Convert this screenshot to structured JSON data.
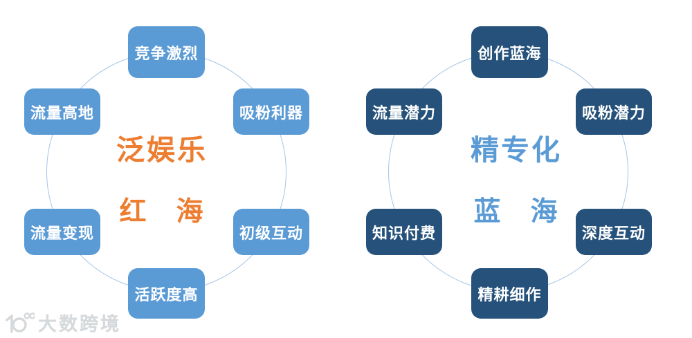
{
  "watermark": {
    "brand": "大数跨境",
    "icon": "dashu-logo-icon",
    "color": "#bcc0c4"
  },
  "diagrams": [
    {
      "id": "pan-entertainment-red-sea",
      "title_line1": "泛娱乐",
      "title_line2": "红　海",
      "title_color": "#ED7D31",
      "node_color": "#5B9BD5",
      "ring_color": "#a6c4e6",
      "nodes": [
        {
          "position": "top",
          "label": "竞争激烈"
        },
        {
          "position": "upper-left",
          "label": "流量高地"
        },
        {
          "position": "upper-right",
          "label": "吸粉利器"
        },
        {
          "position": "lower-left",
          "label": "流量变现"
        },
        {
          "position": "lower-right",
          "label": "初级互动"
        },
        {
          "position": "bottom",
          "label": "活跃度高"
        }
      ]
    },
    {
      "id": "specialized-blue-sea",
      "title_line1": "精专化",
      "title_line2": "蓝　海",
      "title_color": "#5B9BD5",
      "node_color": "#25517A",
      "ring_color": "#a6c4e6",
      "nodes": [
        {
          "position": "top",
          "label": "创作蓝海"
        },
        {
          "position": "upper-left",
          "label": "流量潜力"
        },
        {
          "position": "upper-right",
          "label": "吸粉潜力"
        },
        {
          "position": "lower-left",
          "label": "知识付费"
        },
        {
          "position": "lower-right",
          "label": "深度互动"
        },
        {
          "position": "bottom",
          "label": "精耕细作"
        }
      ]
    }
  ]
}
